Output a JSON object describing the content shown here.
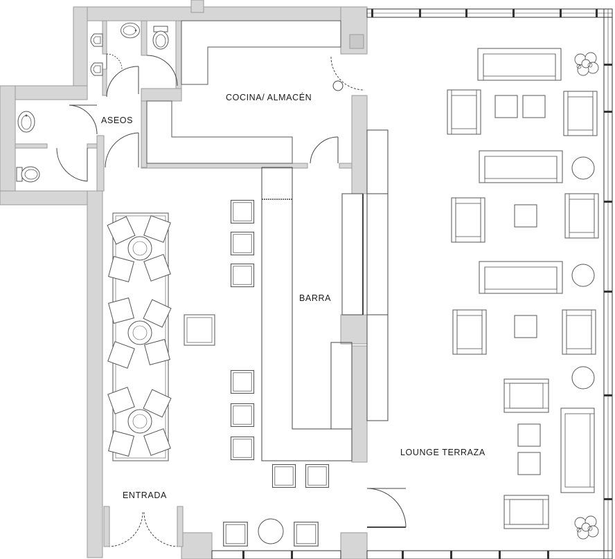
{
  "labels": {
    "cocina": "COCINA/ ALMACÉN",
    "aseos": "ASEOS",
    "barra": "BARRA",
    "entrada": "ENTRADA",
    "lounge": "LOUNGE TERRAZA"
  },
  "colors": {
    "wall": "#d6d6d6",
    "wall_edge": "#9a9a9a",
    "line": "#555555",
    "background": "#ffffff"
  },
  "icons": [
    "toilet-icon",
    "urinal-icon",
    "sink-icon",
    "plant-icon",
    "door-swing-icon"
  ]
}
